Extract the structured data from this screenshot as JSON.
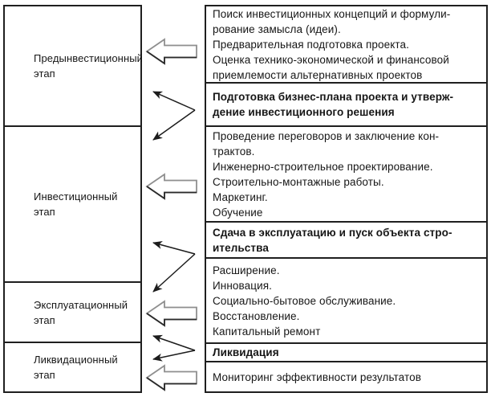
{
  "stages": [
    {
      "label": "Предынвестиционный\nэтап"
    },
    {
      "label": "Инвестиционный\nэтап"
    },
    {
      "label": "Эксплуатационный\nэтап"
    },
    {
      "label": "Ликвидационный\nэтап"
    }
  ],
  "activities": [
    {
      "text": "Поиск инвестиционных концепций и формули-\nрование замысла (идеи).\nПредварительная подготовка проекта.\nОценка технико-экономической и финансовой\nприемлемости альтернативных проектов",
      "emphasis": "normal"
    },
    {
      "text": "Подготовка бизнес-плана проекта и утверж-\nдение инвестиционного решения",
      "emphasis": "bold"
    },
    {
      "text": "Проведение переговоров и заключение кон-\nтрактов.\nИнженерно-строительное проектирование.\nСтроительно-монтажные работы.\nМаркетинг.\nОбучение",
      "emphasis": "normal"
    },
    {
      "text": "Сдача в эксплуатацию и пуск объекта стро-\nительства",
      "emphasis": "bold"
    },
    {
      "text": "Расширение.\nИнновация.\nСоциально-бытовое обслуживание.\nВосстановление.\nКапитальный ремонт",
      "emphasis": "normal"
    },
    {
      "text": "Ликвидация",
      "emphasis": "bold"
    },
    {
      "text": "Мониторинг эффективности результатов",
      "emphasis": "normal"
    }
  ],
  "icons": {
    "block-arrow-left-icon": "⇦",
    "fork-double-arrow-left-icon": "↖↙"
  },
  "connectors": {
    "block_arrows_count": 4,
    "fork_arrows_count": 3
  },
  "colors": {
    "border": "#1f1f1f",
    "text": "#161616",
    "block_arrow_outline": "#8f8f8f",
    "block_arrow_shade": "#2a2a2a",
    "background": "#ffffff"
  }
}
